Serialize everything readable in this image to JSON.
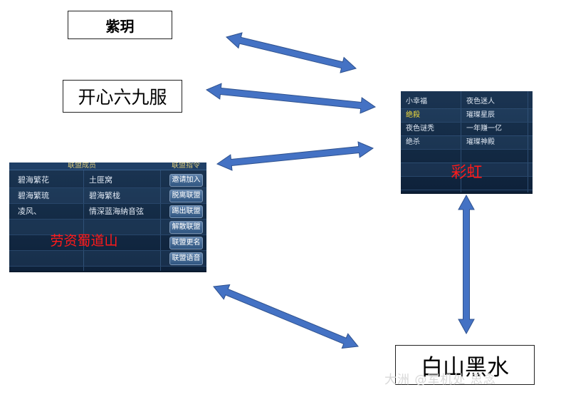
{
  "nodes": {
    "zimoon": "紫玥",
    "happy69": "开心六九服",
    "baishan": "白山黑水"
  },
  "rainbow_panel": {
    "caption": "彩虹",
    "rows": [
      {
        "left": "小幸福",
        "right": "夜色迷人",
        "highlight": false
      },
      {
        "left": "绝殺",
        "right": "璀璨星辰",
        "highlight": true
      },
      {
        "left": "夜色谜秃",
        "right": "一年赚一亿",
        "highlight": false
      },
      {
        "left": "绝杀",
        "right": "璀璨神殿",
        "highlight": false
      }
    ]
  },
  "league_panel": {
    "caption": "劳资蜀道山",
    "header_left": "联盟成员",
    "header_right": "联盟指令",
    "rows": [
      {
        "left": "碧海繁花",
        "right": "土匪窝"
      },
      {
        "left": "碧海繁琉",
        "right": "碧海繁栊"
      },
      {
        "left": "凌风、",
        "right": "情深蓝海納音弦"
      }
    ],
    "buttons": [
      "邀请加入",
      "脱离联盟",
      "踢出联盟",
      "解散联盟",
      "联盟更名",
      "联盟语音"
    ]
  },
  "arrow_color": "#4472c4",
  "watermark": "大洲 @军机处 思念"
}
